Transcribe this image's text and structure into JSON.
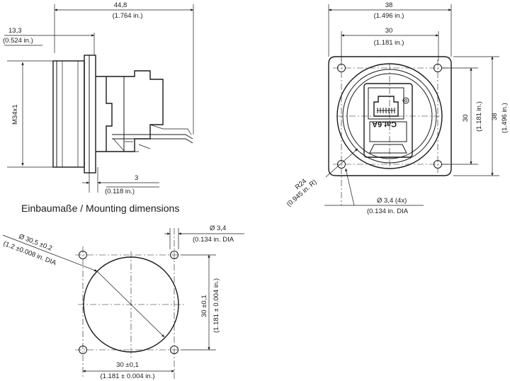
{
  "title": "Einbaumaße / Mounting dimensions",
  "side_view": {
    "overall_length": {
      "mm": "44,8",
      "inch": "(1.764 in.)"
    },
    "flange_offset": {
      "mm": "13,3",
      "inch": "(0.524 in.)"
    },
    "thread": "M34x1",
    "flange_thickness": {
      "mm": "3",
      "inch": "(0.118 in.)"
    }
  },
  "front_view": {
    "outer_width": {
      "mm": "38",
      "inch": "(1.496 in.)"
    },
    "hole_spacing_h": {
      "mm": "30",
      "inch": "(1.181 in.)"
    },
    "hole_spacing_v": {
      "mm": "30",
      "inch": "(1.181 in.)"
    },
    "outer_height": {
      "mm": "38",
      "inch": "(1.496 in.)"
    },
    "corner_radius": {
      "mm": "R24",
      "inch": "(0.945 in. R)"
    },
    "hole_diameter": {
      "mm": "Ø 3,4 (4x)",
      "inch": "(0.134 in. DIA"
    },
    "port_label": "Cat.6A"
  },
  "cutout": {
    "hole_diameter": {
      "mm": "Ø 3,4",
      "inch": "(0.134 in. DIA"
    },
    "bore_diameter": {
      "mm": "Ø 30,5 ±0,2",
      "inch": "(1.2 ±0.008 in. DIA"
    },
    "vertical_spacing": {
      "mm": "30 ±0,1",
      "inch": "(1.181 ± 0.004 in.)"
    },
    "horizontal_spacing": {
      "mm": "30 ±0,1",
      "inch": "(1.181  ± 0.004 in.)"
    }
  }
}
